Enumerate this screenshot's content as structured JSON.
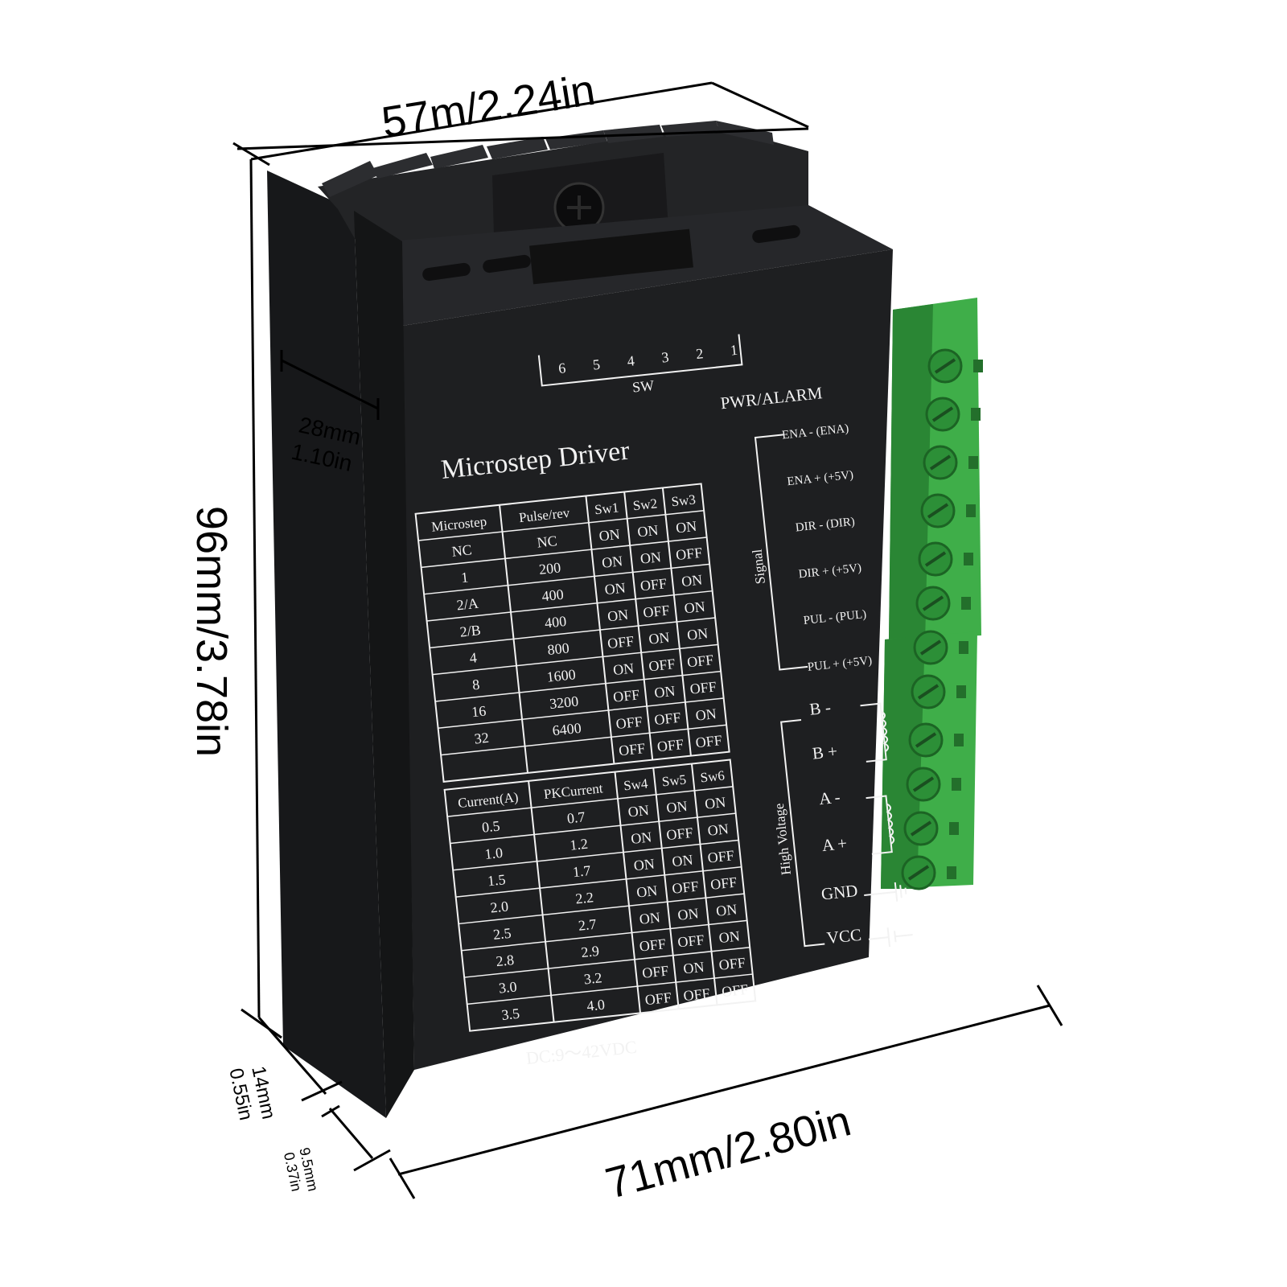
{
  "dimensions": {
    "width_top": "57m/2.24in",
    "height": "96mm/3.78in",
    "depth_mm": "28mm",
    "depth_in": "1.10in",
    "length_bottom": "71mm/2.80in",
    "flange_mm": "14mm",
    "flange_in": "0.55in",
    "slot_mm": "9.5mm",
    "slot_in": "0.37in"
  },
  "panel": {
    "title": "Microstep Driver",
    "sw_label": "SW",
    "sw_numbers": [
      "6",
      "5",
      "4",
      "3",
      "2",
      "1"
    ],
    "power_note": "DC:9～42VDC",
    "pwr_alarm": "PWR/ALARM",
    "signal_label": "Signal",
    "hv_label": "High Voltage"
  },
  "microstep_table": {
    "headers": [
      "Microstep",
      "Pulse/rev",
      "Sw1",
      "Sw2",
      "Sw3"
    ],
    "rows": [
      [
        "NC",
        "NC",
        "ON",
        "ON",
        "ON"
      ],
      [
        "1",
        "200",
        "ON",
        "ON",
        "OFF"
      ],
      [
        "2/A",
        "400",
        "ON",
        "OFF",
        "ON"
      ],
      [
        "2/B",
        "400",
        "ON",
        "OFF",
        "ON"
      ],
      [
        "4",
        "800",
        "OFF",
        "ON",
        "ON"
      ],
      [
        "8",
        "1600",
        "ON",
        "OFF",
        "OFF"
      ],
      [
        "16",
        "3200",
        "OFF",
        "ON",
        "OFF"
      ],
      [
        "32",
        "6400",
        "OFF",
        "OFF",
        "ON"
      ],
      [
        "",
        "",
        "OFF",
        "OFF",
        "OFF"
      ]
    ]
  },
  "current_table": {
    "headers": [
      "Current(A)",
      "PKCurrent",
      "Sw4",
      "Sw5",
      "Sw6"
    ],
    "rows": [
      [
        "0.5",
        "0.7",
        "ON",
        "ON",
        "ON"
      ],
      [
        "1.0",
        "1.2",
        "ON",
        "OFF",
        "ON"
      ],
      [
        "1.5",
        "1.7",
        "ON",
        "ON",
        "OFF"
      ],
      [
        "2.0",
        "2.2",
        "ON",
        "OFF",
        "OFF"
      ],
      [
        "2.5",
        "2.7",
        "ON",
        "ON",
        "ON"
      ],
      [
        "2.8",
        "2.9",
        "OFF",
        "OFF",
        "ON"
      ],
      [
        "3.0",
        "3.2",
        "OFF",
        "ON",
        "OFF"
      ],
      [
        "3.5",
        "4.0",
        "OFF",
        "OFF",
        "OFF"
      ]
    ]
  },
  "signal_terminals": [
    "ENA - (ENA)",
    "ENA + (+5V)",
    "DIR - (DIR)",
    "DIR + (+5V)",
    "PUL - (PUL)",
    "PUL + (+5V)"
  ],
  "power_terminals": [
    "B -",
    "B +",
    "A -",
    "A +",
    "GND",
    "VCC"
  ],
  "colors": {
    "body": "#1e1f21",
    "body_dark": "#121314",
    "terminal_green": "#3fae49",
    "terminal_dark": "#2a8634",
    "screen_print": "#f2f2f2"
  }
}
